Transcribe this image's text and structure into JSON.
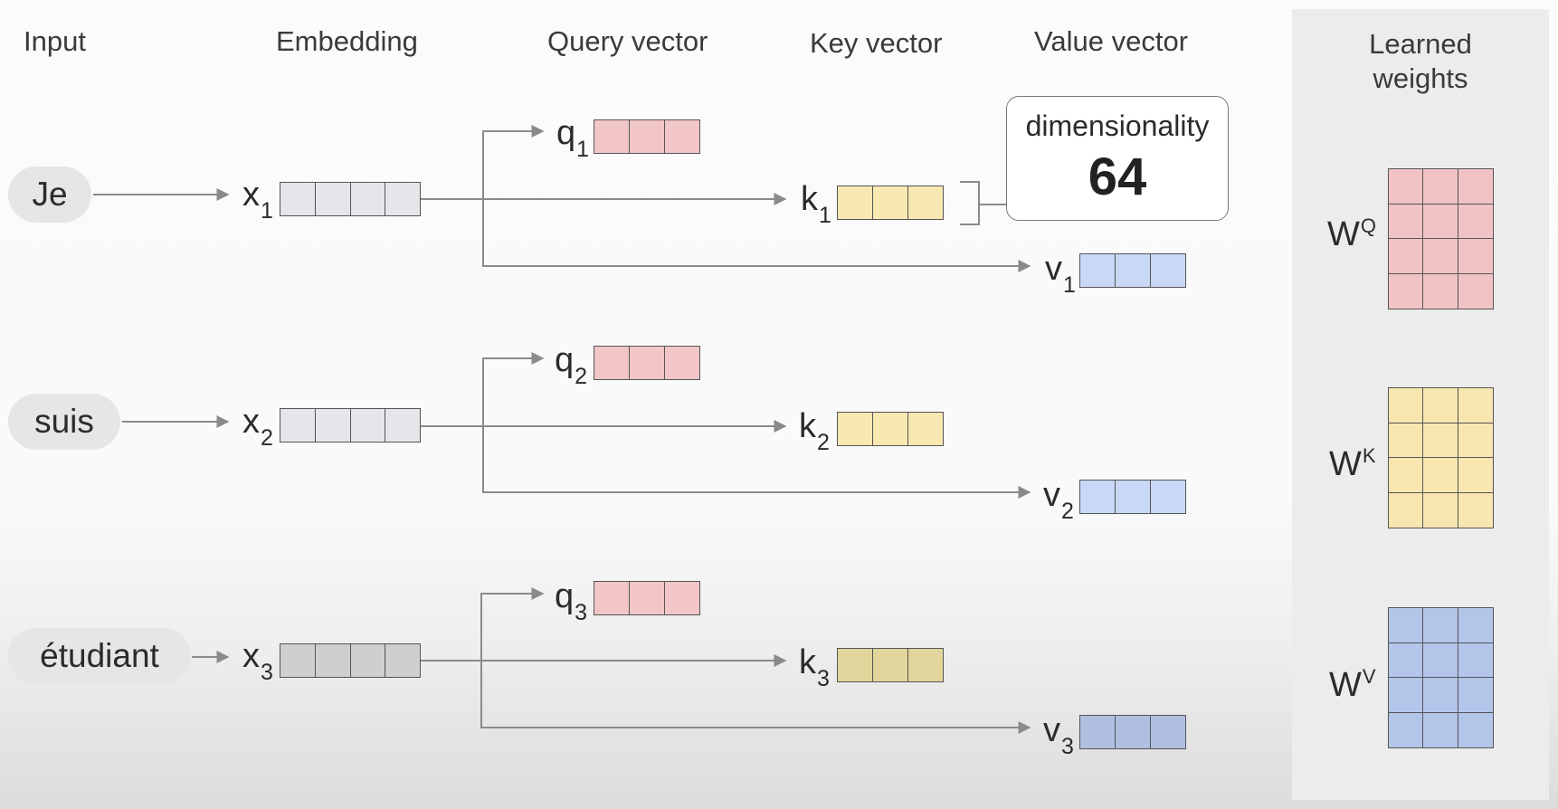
{
  "headers": {
    "input": "Input",
    "embedding": "Embedding",
    "query": "Query vector",
    "key": "Key vector",
    "value": "Value vector"
  },
  "weights_panel": {
    "title_line1": "Learned",
    "title_line2": "weights",
    "matrices": [
      {
        "letter": "W",
        "superscript": "Q",
        "color": "#f2c3c5"
      },
      {
        "letter": "W",
        "superscript": "K",
        "color": "#f8e6b0"
      },
      {
        "letter": "W",
        "superscript": "V",
        "color": "#b4c5ea"
      }
    ]
  },
  "callout": {
    "label": "dimensionality",
    "value": "64"
  },
  "rows": [
    {
      "token": "Je",
      "embedding": {
        "letter": "x",
        "index": "1"
      },
      "query": {
        "letter": "q",
        "index": "1"
      },
      "key": {
        "letter": "k",
        "index": "1"
      },
      "value": {
        "letter": "v",
        "index": "1"
      }
    },
    {
      "token": "suis",
      "embedding": {
        "letter": "x",
        "index": "2"
      },
      "query": {
        "letter": "q",
        "index": "2"
      },
      "key": {
        "letter": "k",
        "index": "2"
      },
      "value": {
        "letter": "v",
        "index": "2"
      }
    },
    {
      "token": "étudiant",
      "embedding": {
        "letter": "x",
        "index": "3"
      },
      "query": {
        "letter": "q",
        "index": "3"
      },
      "key": {
        "letter": "k",
        "index": "3"
      },
      "value": {
        "letter": "v",
        "index": "3"
      }
    }
  ],
  "colors": {
    "embedding": "#e5e6ea",
    "query": "#f2c6c7",
    "key": "#f8e8b2",
    "value": "#c9d8f6",
    "line": "#8a8a8a"
  }
}
